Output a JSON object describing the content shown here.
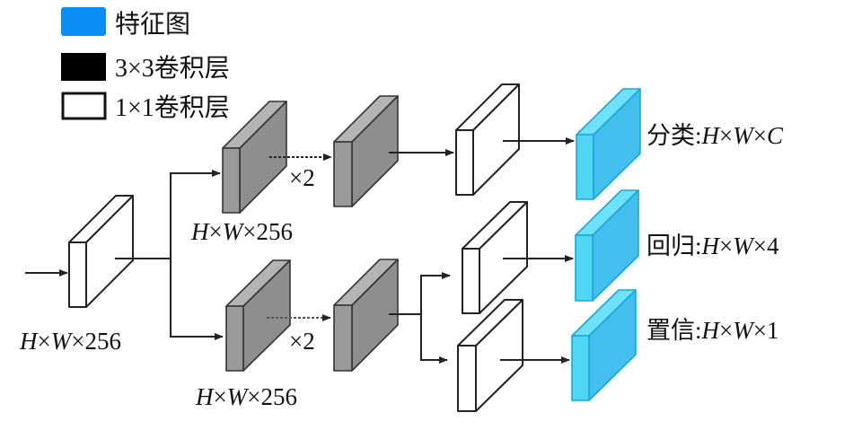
{
  "legend": [
    {
      "label": "特征图",
      "kind": "feature-map",
      "color": "#0a8ef5"
    },
    {
      "label": "3×3卷积层",
      "kind": "conv3x3",
      "color": "#000000"
    },
    {
      "label": "1×1卷积层",
      "kind": "conv1x1",
      "color": "#ffffff"
    }
  ],
  "colors": {
    "conv3x3_front": "#9a9a9a",
    "conv3x3_side": "#8e8e8e",
    "conv3x3_top": "#b4b4b4",
    "conv1x1_fill": "#ffffff",
    "feature_front": "#4fd6f5",
    "feature_side": "#44bfee",
    "feature_top": "#6fe2fb",
    "feature_stroke": "#1aa6d8",
    "line": "#222222"
  },
  "labels": {
    "input_dim": {
      "H": "H",
      "x1": "×",
      "W": "W",
      "x2": "×",
      "rest": "256"
    },
    "top_dim": {
      "H": "H",
      "x1": "×",
      "W": "W",
      "x2": "×",
      "rest": "256"
    },
    "bottom_dim": {
      "H": "H",
      "x1": "×",
      "W": "W",
      "x2": "×",
      "rest": "256"
    },
    "repeat_top": "×2",
    "repeat_bottom": "×2"
  },
  "outputs": [
    {
      "name": "分类",
      "colon": ":",
      "H": "H",
      "x1": "×",
      "W": "W",
      "x2": "×",
      "last": "C",
      "last_italic": true
    },
    {
      "name": "回归",
      "colon": ":",
      "H": "H",
      "x1": "×",
      "W": "W",
      "x2": "×",
      "last": "4",
      "last_italic": false
    },
    {
      "name": "置信",
      "colon": ":",
      "H": "H",
      "x1": "×",
      "W": "W",
      "x2": "×",
      "last": "1",
      "last_italic": false
    }
  ]
}
